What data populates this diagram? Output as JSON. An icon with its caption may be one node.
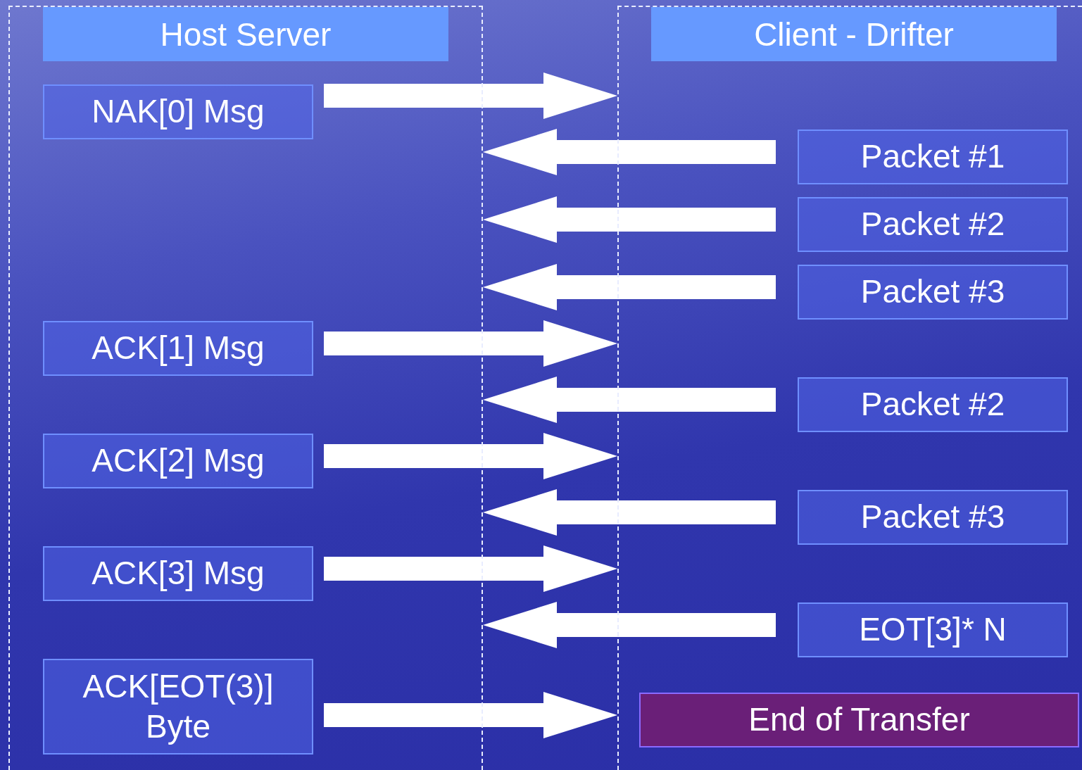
{
  "diagram": {
    "nodes": [
      {
        "text": [
          "Host Server"
        ]
      },
      {
        "text": [
          "Client - Drifter"
        ]
      },
      {
        "text": [
          "NAK[0] Msg"
        ],
        "in": 0
      },
      {
        "text": [
          "Packet #1"
        ],
        "in": 1
      },
      {
        "text": [
          "Packet #2"
        ],
        "in": 1
      },
      {
        "text": [
          "Packet #3"
        ],
        "in": 1
      },
      {
        "text": [
          "ACK[1] Msg"
        ],
        "in": 0
      },
      {
        "text": [
          "Packet #2"
        ],
        "in": 1
      },
      {
        "text": [
          "ACK[2] Msg"
        ],
        "in": 0
      },
      {
        "text": [
          "Packet #3"
        ],
        "in": 1
      },
      {
        "text": [
          "ACK[3] Msg"
        ],
        "in": 0
      },
      {
        "text": [
          "EOT[3]* N"
        ],
        "in": 1
      },
      {
        "text": [
          "ACK[EOT(3)] Byte"
        ],
        "in": 0
      },
      {
        "text": [
          "End of Transfer"
        ],
        "in": 1
      }
    ],
    "edges": [
      {
        "from": 2,
        "to": 1,
        "arrow": "to"
      },
      {
        "from": 3,
        "to": 0,
        "arrow": "to"
      },
      {
        "from": 4,
        "to": 0,
        "arrow": "to"
      },
      {
        "from": 5,
        "to": 0,
        "arrow": "to"
      },
      {
        "from": 6,
        "to": 1,
        "arrow": "to"
      },
      {
        "from": 7,
        "to": 0,
        "arrow": "to"
      },
      {
        "from": 8,
        "to": 1,
        "arrow": "to"
      },
      {
        "from": 9,
        "to": 0,
        "arrow": "to"
      },
      {
        "from": 10,
        "to": 1,
        "arrow": "to"
      },
      {
        "from": 11,
        "to": 0,
        "arrow": "to"
      },
      {
        "from": 12,
        "to": 1,
        "arrow": "to"
      }
    ]
  }
}
